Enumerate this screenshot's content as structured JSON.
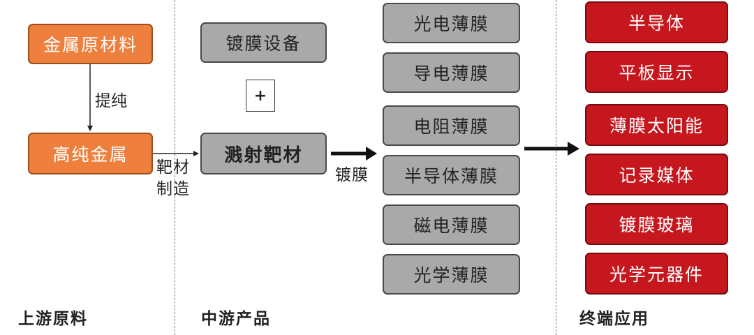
{
  "upstream": {
    "raw_material": "金属原材料",
    "purify_label": "提纯",
    "high_purity_metal": "高纯金属",
    "target_making_label_1": "靶材",
    "target_making_label_2": "制造",
    "section_title": "上游原料"
  },
  "midstream": {
    "coating_equipment": "镀膜设备",
    "plus": "+",
    "sputtering_target": "溅射靶材",
    "coating_label": "镀膜",
    "section_title": "中游产品"
  },
  "films": [
    "光电薄膜",
    "导电薄膜",
    "电阻薄膜",
    "半导体薄膜",
    "磁电薄膜",
    "光学薄膜"
  ],
  "applications": {
    "items": [
      "半导体",
      "平板显示",
      "薄膜太阳能",
      "记录媒体",
      "镀膜玻璃",
      "光学元器件"
    ],
    "section_title": "终端应用"
  },
  "colors": {
    "upstream_box": "#ee7f3d",
    "midstream_box": "#a9a9a9",
    "application_box": "#c5171d"
  }
}
